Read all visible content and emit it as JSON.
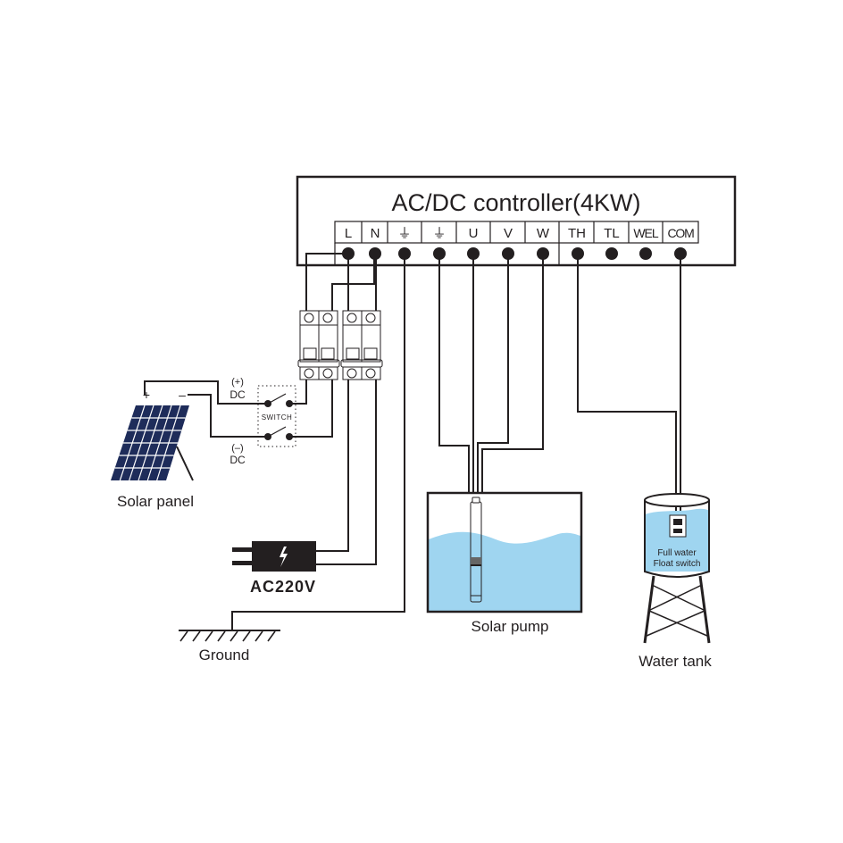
{
  "controller": {
    "title": "AC/DC controller(4KW)",
    "terminals": [
      "L",
      "N",
      "⏚",
      "⏚",
      "U",
      "V",
      "W",
      "TH",
      "TL",
      "WEL",
      "COM"
    ]
  },
  "switch": {
    "label": "SWITCH",
    "dc_positive": "(+)",
    "dc_negative": "(–)",
    "dc_label": "DC"
  },
  "solar_panel": {
    "label": "Solar panel",
    "plus": "+",
    "minus": "–"
  },
  "ac_source": {
    "label": "AC220V",
    "icon": "lightning-icon"
  },
  "ground": {
    "label": "Ground"
  },
  "pump": {
    "label": "Solar pump"
  },
  "tank": {
    "label": "Water tank",
    "float_line1": "Full water",
    "float_line2": "Float switch"
  },
  "colors": {
    "line": "#231f20",
    "water": "#9fd5f0",
    "panel": "#1e2c5a"
  }
}
